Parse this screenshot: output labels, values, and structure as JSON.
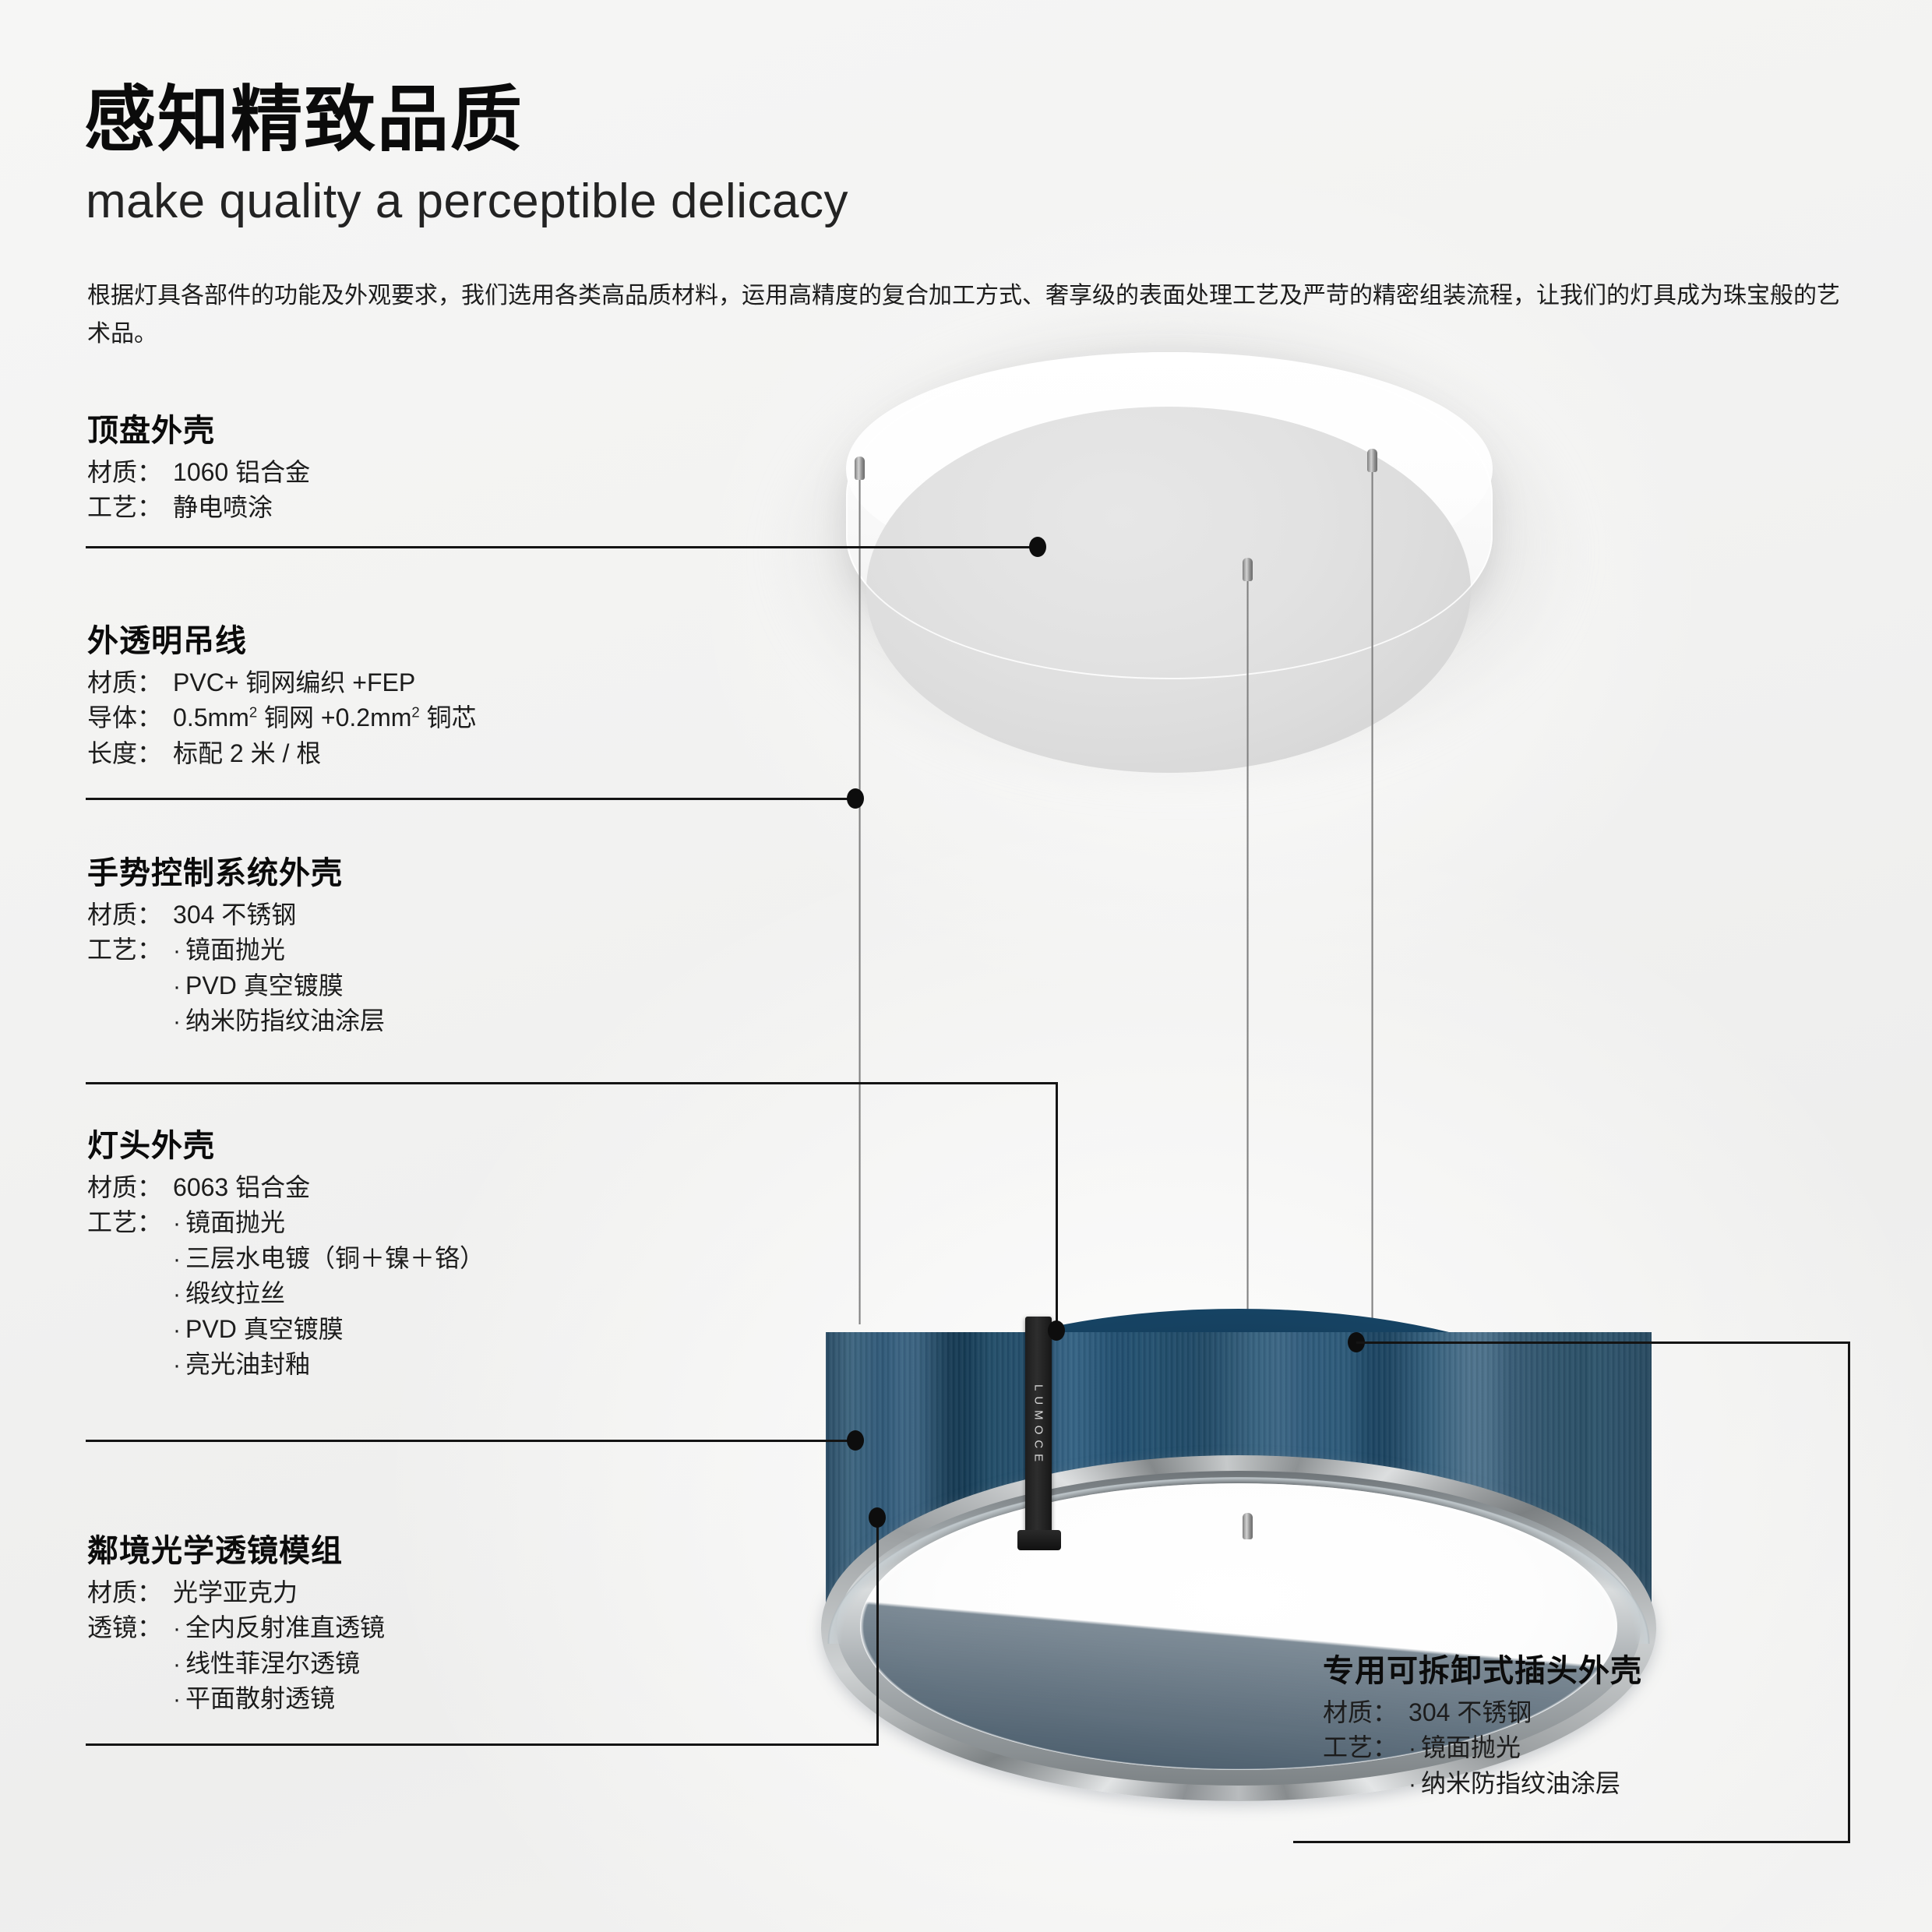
{
  "header": {
    "title_cn": "感知精致品质",
    "title_en": "make quality a perceptible delicacy",
    "intro": "根据灯具各部件的功能及外观要求，我们选用各类高品质材料，运用高精度的复合加工方式、奢享级的表面处理工艺及严苛的精密组装流程，让我们的灯具成为珠宝般的艺术品。"
  },
  "product": {
    "brand_label": "LUMOCE",
    "ring_color": "#1d4f73",
    "rim_color": "#b9bcbe",
    "canopy_color": "#e2e2e2",
    "accent_color": "#0d0d0d"
  },
  "blocks": [
    {
      "id": "top-canopy",
      "title": "顶盘外壳",
      "specs": [
        {
          "key": "材质：",
          "value": "1060 铝合金"
        },
        {
          "key": "工艺：",
          "value": "静电喷涂"
        }
      ],
      "bullet_group": null
    },
    {
      "id": "suspension-cable",
      "title": "外透明吊线",
      "specs": [
        {
          "key": "材质：",
          "value": "PVC+ 铜网编织 +FEP"
        },
        {
          "key": "导体：",
          "value": "0.5mm² 铜网 +0.2mm² 铜芯"
        },
        {
          "key": "长度：",
          "value": "标配 2 米 / 根"
        }
      ],
      "bullet_group": null
    },
    {
      "id": "gesture-control-housing",
      "title": "手势控制系统外壳",
      "specs": [
        {
          "key": "材质：",
          "value": "304 不锈钢"
        }
      ],
      "bullet_group": {
        "key": "工艺：",
        "items": [
          "镜面抛光",
          "PVD 真空镀膜",
          "纳米防指纹油涂层"
        ]
      }
    },
    {
      "id": "lamp-head-housing",
      "title": "灯头外壳",
      "specs": [
        {
          "key": "材质：",
          "value": "6063 铝合金"
        }
      ],
      "bullet_group": {
        "key": "工艺：",
        "items": [
          "镜面抛光",
          "三层水电镀（铜＋镍＋铬）",
          "缎纹拉丝",
          "PVD 真空镀膜",
          "亮光油封釉"
        ]
      }
    },
    {
      "id": "optical-lens-module",
      "title": "鄰境光学透镜模组",
      "specs": [
        {
          "key": "材质：",
          "value": "光学亚克力"
        }
      ],
      "bullet_group": {
        "key": "透镜：",
        "items": [
          "全内反射准直透镜",
          "线性菲涅尔透镜",
          "平面散射透镜"
        ]
      }
    },
    {
      "id": "detachable-plug-housing",
      "title": "专用可拆卸式插头外壳",
      "specs": [
        {
          "key": "材质：",
          "value": "304 不锈钢"
        }
      ],
      "bullet_group": {
        "key": "工艺：",
        "items": [
          "镜面抛光",
          "纳米防指纹油涂层"
        ]
      }
    }
  ]
}
